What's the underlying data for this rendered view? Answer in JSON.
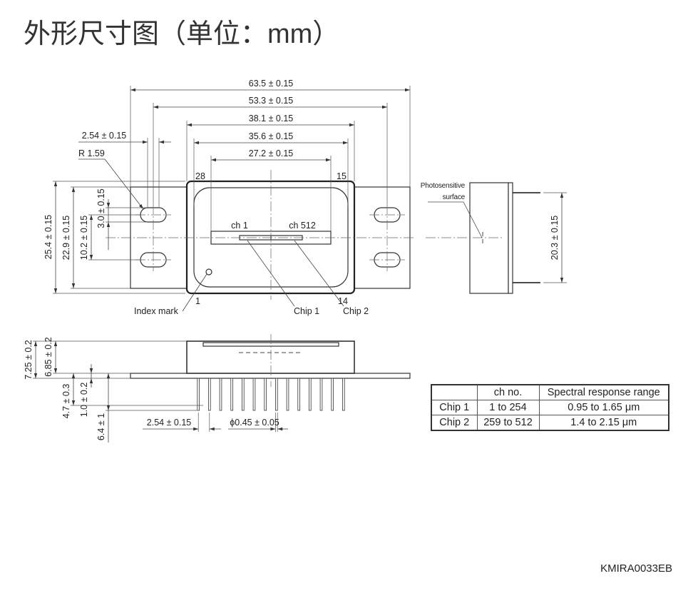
{
  "title": "外形尺寸图（单位：mm）",
  "top_view": {
    "pin_28": "28",
    "pin_15": "15",
    "pin_1": "1",
    "pin_14": "14",
    "ch_1": "ch 1",
    "ch_512": "ch 512",
    "index_mark": "Index mark",
    "chip_1": "Chip 1",
    "chip_2": "Chip 2",
    "dims": {
      "overall_width": "63.5 ± 0.15",
      "slot_pitch": "53.3 ± 0.15",
      "body_width": "38.1 ± 0.15",
      "window_width": "35.6 ± 0.15",
      "chip_window_width": "27.2 ± 0.15",
      "slot_straight": "2.54 ± 0.15",
      "slot_radius": "R 1.59",
      "body_height": "25.4 ± 0.15",
      "flange_height": "22.9 ± 0.15",
      "slot_spacing": "10.2 ± 0.15",
      "slot_height": "3.0 ± 0.15"
    }
  },
  "side_view": {
    "photosensitive_line1": "Photosensitive",
    "photosensitive_line2": "surface",
    "pin_row_spacing": "20.3 ± 0.15"
  },
  "front_view": {
    "dims": {
      "total_height": "7.25 ± 0.2",
      "body_height": "6.85 ± 0.2",
      "pin_length": "4.7 ± 0.3",
      "flange_thickness": "1.0 ± 0.2",
      "lead_length": "6.4 ± 1",
      "pin_pitch": "2.54 ± 0.15",
      "pin_diameter": "ϕ0.45 ± 0.05"
    }
  },
  "table": {
    "headers": [
      "ch no.",
      "Spectral response range"
    ],
    "rows": [
      [
        "Chip 1",
        "1 to 254",
        "0.95 to 1.65 μm"
      ],
      [
        "Chip 2",
        "259 to 512",
        "1.4 to 2.15 μm"
      ]
    ]
  },
  "drawing_code": "KMIRA0033EB"
}
